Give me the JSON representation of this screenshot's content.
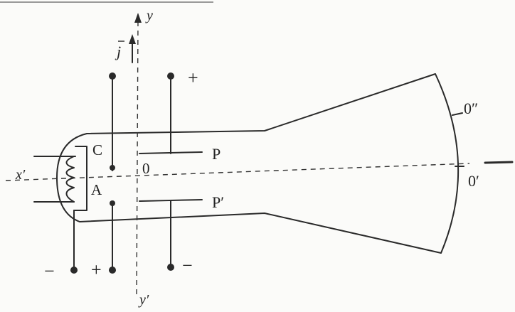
{
  "labels": {
    "y_axis": "y",
    "y_prime": "y′",
    "x_prime": "x′",
    "j_vector": "j",
    "cathode": "C",
    "anode": "A",
    "origin": "0",
    "plate_top": "P",
    "plate_bottom": "P′",
    "screen_point": "0′",
    "screen_point_deflected": "0″",
    "plus_top": "+",
    "minus_bottom": "−",
    "plus_anode": "+",
    "minus_heater": "−"
  }
}
